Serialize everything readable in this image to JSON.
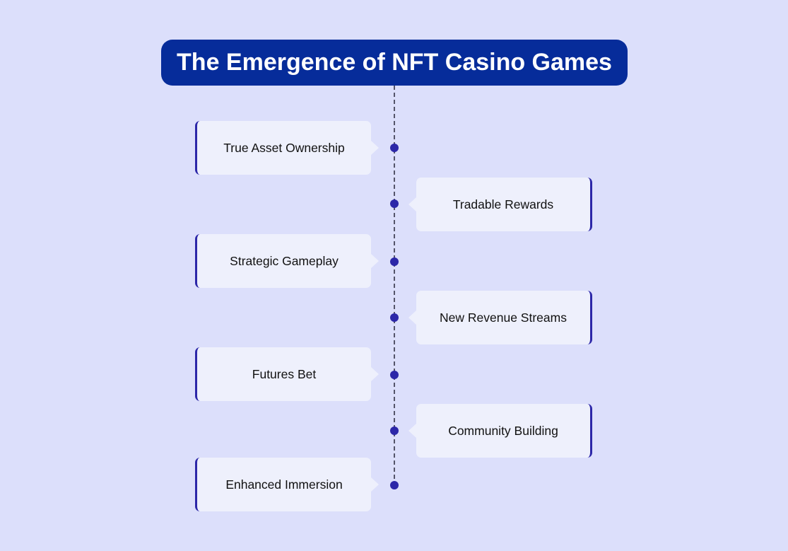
{
  "diagram": {
    "title": "The Emergence of NFT Casino Games",
    "items": [
      {
        "label": "True Asset Ownership",
        "side": "left"
      },
      {
        "label": "Tradable Rewards",
        "side": "right"
      },
      {
        "label": "Strategic Gameplay",
        "side": "left"
      },
      {
        "label": "New Revenue Streams",
        "side": "right"
      },
      {
        "label": "Futures Bet",
        "side": "left"
      },
      {
        "label": "Community Building",
        "side": "right"
      },
      {
        "label": "Enhanced Immersion",
        "side": "left"
      }
    ],
    "colors": {
      "background": "#dcdffb",
      "title_background": "#062c9a",
      "title_text": "#ffffff",
      "card_background": "#eef0fc",
      "accent": "#2c27a8",
      "spine": "#55556a"
    }
  }
}
